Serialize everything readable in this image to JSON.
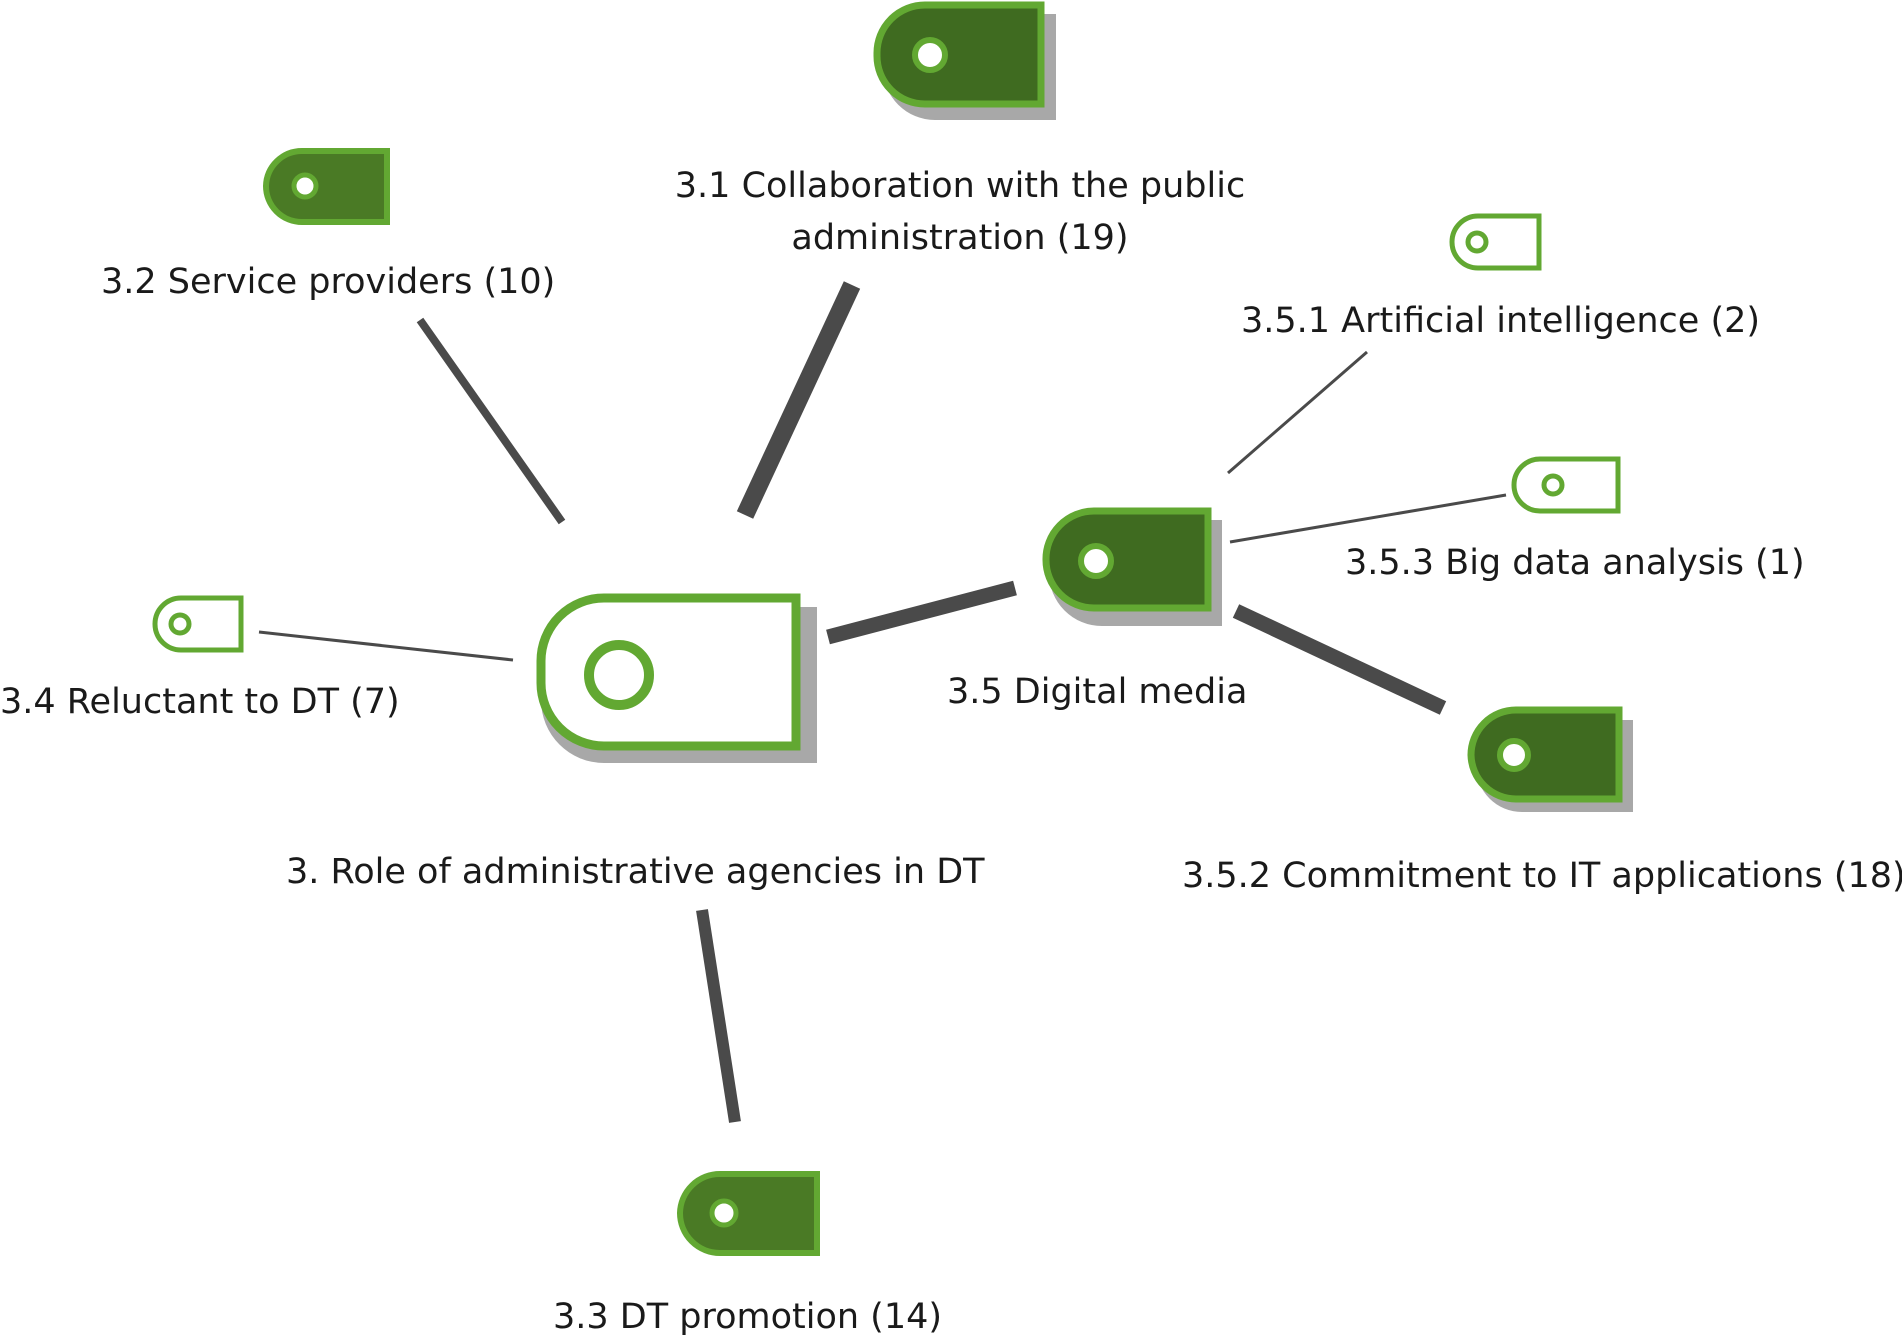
{
  "colors": {
    "green_border": "#62a832",
    "green_fill": "#3f6b20",
    "green_fill_light": "#4a7a25",
    "shadow": "#a8a8a8",
    "connector": "#4a4a4a",
    "center_fill": "#ffffff"
  },
  "nodes": {
    "root": {
      "label": "3. Role of administrative agencies in DT"
    },
    "n3_1": {
      "label_line1": "3.1 Collaboration with the public",
      "label_line2": "administration (19)"
    },
    "n3_2": {
      "label": "3.2 Service providers (10)"
    },
    "n3_3": {
      "label": "3.3 DT promotion (14)"
    },
    "n3_4": {
      "label": "3.4 Reluctant to DT (7)"
    },
    "n3_5": {
      "label": "3.5 Digital media"
    },
    "n3_5_1": {
      "label": "3.5.1 Artificial intelligence (2)"
    },
    "n3_5_2": {
      "label": "3.5.2 Commitment to IT applications (18)"
    },
    "n3_5_3": {
      "label": "3.5.3 Big data analysis (1)"
    }
  }
}
